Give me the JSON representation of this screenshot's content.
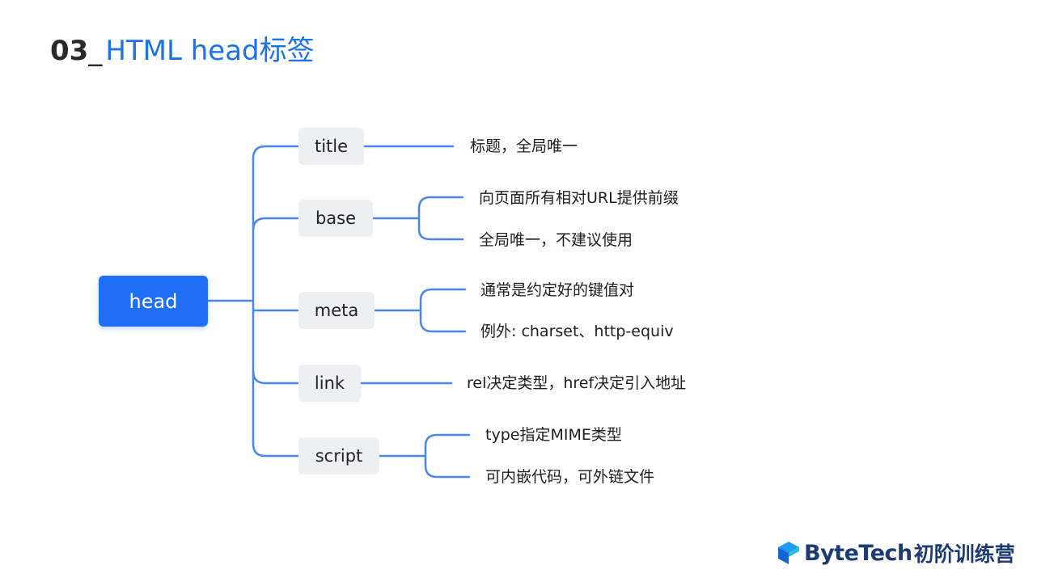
{
  "slide": {
    "title_number": "03",
    "title_separator": "_",
    "title_text": "HTML head标签"
  },
  "mindmap": {
    "root": "head",
    "branches": [
      {
        "label": "title",
        "children": [
          "标题，全局唯一"
        ]
      },
      {
        "label": "base",
        "children": [
          "向页面所有相对URL提供前缀",
          "全局唯一，不建议使用"
        ]
      },
      {
        "label": "meta",
        "children": [
          "通常是约定好的键值对",
          "例外: charset、http-equiv"
        ]
      },
      {
        "label": "link",
        "children": [
          "rel决定类型，href决定引入地址"
        ]
      },
      {
        "label": "script",
        "children": [
          "type指定MIME类型",
          "可内嵌代码，可外链文件"
        ]
      }
    ]
  },
  "brand": {
    "name": "ByteTech",
    "program": "初阶训练营"
  },
  "colors": {
    "accent": "#1e6ff5",
    "title": "#1a73e8",
    "line": "#4c86e6",
    "node_bg": "#edeff2",
    "brand": "#1c3a74"
  }
}
